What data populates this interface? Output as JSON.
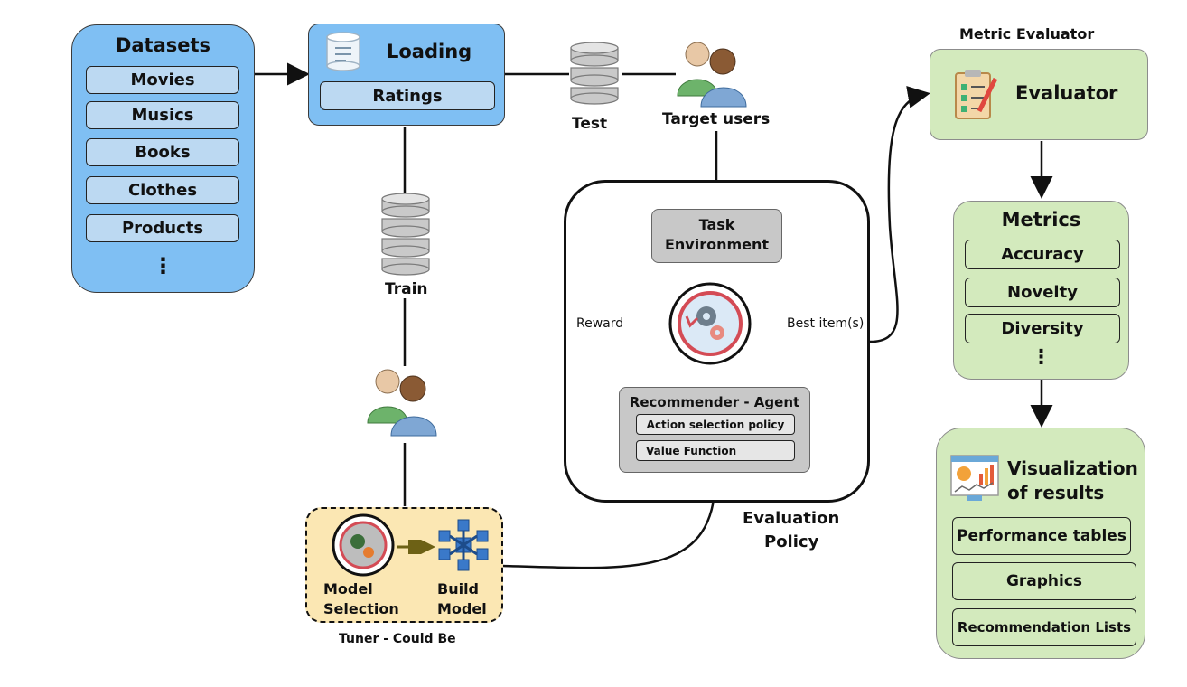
{
  "datasets": {
    "title": "Datasets",
    "items": [
      "Movies",
      "Musics",
      "Books",
      "Clothes",
      "Products"
    ],
    "more": "⋮"
  },
  "loading": {
    "title": "Loading",
    "item": "Ratings"
  },
  "labels": {
    "test": "Test",
    "target_users": "Target users",
    "train": "Train",
    "reward": "Reward",
    "best_items": "Best item(s)",
    "evaluation_policy_line1": "Evaluation",
    "evaluation_policy_line2": "Policy",
    "tuner": "Tuner - Could Be"
  },
  "task_env": {
    "line1": "Task",
    "line2": "Environment"
  },
  "agent": {
    "title": "Recommender - Agent",
    "items": [
      "Action selection policy",
      "Value Function"
    ]
  },
  "tuner_box": {
    "model_selection_line1": "Model",
    "model_selection_line2": "Selection",
    "build_model_line1": "Build",
    "build_model_line2": "Model"
  },
  "metric_evaluator": {
    "header": "Metric Evaluator",
    "title": "Evaluator"
  },
  "metrics": {
    "title": "Metrics",
    "items": [
      "Accuracy",
      "Novelty",
      "Diversity"
    ],
    "more": "⋮"
  },
  "visualization": {
    "title_line1": "Visualization",
    "title_line2": "of results",
    "items": [
      "Performance tables",
      "Graphics",
      "Recommendation Lists"
    ]
  },
  "colors": {
    "blue_fill": "#7fbff3",
    "blue_item": "#bcd9f2",
    "green_fill": "#d3eabd",
    "yellow_fill": "#fbe7b3",
    "gray_fill": "#c8c8c8"
  }
}
